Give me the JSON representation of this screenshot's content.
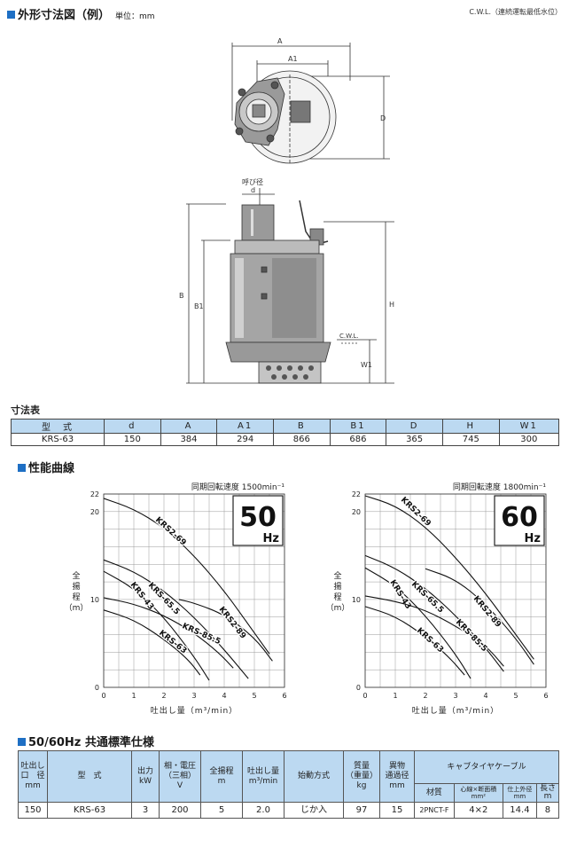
{
  "header": {
    "title": "外形寸法図（例）",
    "unit": "単位：mm",
    "cwl_note": "C.W.L.（連続運転最低水位）"
  },
  "drawing": {
    "label_A": "A",
    "label_A1": "A1",
    "label_D": "D",
    "label_nominal": "呼び径",
    "label_d": "d",
    "label_B": "B",
    "label_B1": "B1",
    "label_H": "H",
    "label_W1": "W1",
    "label_cwl": "C.W.L."
  },
  "dim_table": {
    "title": "寸法表",
    "headers": [
      "型　式",
      "d",
      "A",
      "A1",
      "B",
      "B1",
      "D",
      "H",
      "W1"
    ],
    "row": [
      "KRS-63",
      "150",
      "384",
      "294",
      "866",
      "686",
      "365",
      "745",
      "300"
    ]
  },
  "perf": {
    "title": "性能曲線",
    "y_label_chars": [
      "全",
      "揚",
      "程",
      "（m）"
    ],
    "x_label": "吐出し量（m³/min）"
  },
  "chart_data": [
    {
      "type": "line",
      "title": "",
      "speed_label": "同期回転速度 1500min⁻¹",
      "freq": "50",
      "hz": "Hz",
      "xlabel": "吐出し量（m³/min）",
      "ylabel": "全揚程（m）",
      "xlim": [
        0,
        6
      ],
      "ylim": [
        0,
        22
      ],
      "x_ticks": [
        "0",
        "1",
        "2",
        "3",
        "4",
        "5",
        "6"
      ],
      "y_ticks": [
        "0",
        "10",
        "20",
        "22"
      ],
      "grid": true,
      "series": [
        {
          "name": "KRS2-69",
          "x": [
            0,
            1,
            2,
            3,
            4,
            5,
            5.5
          ],
          "y": [
            21.5,
            20.3,
            18.2,
            15,
            11,
            6.2,
            3.8
          ]
        },
        {
          "name": "KRS-65.5",
          "x": [
            0,
            1,
            2,
            3,
            4,
            4.8
          ],
          "y": [
            14.5,
            13.2,
            11,
            8,
            4.3,
            1
          ]
        },
        {
          "name": "KRS-43",
          "x": [
            0,
            1,
            2,
            3,
            3.5
          ],
          "y": [
            13.2,
            11.3,
            8,
            3.5,
            0.8
          ]
        },
        {
          "name": "KRS-85.5",
          "x": [
            0,
            1,
            2,
            3,
            3.8,
            4.3
          ],
          "y": [
            10.2,
            9.5,
            8.2,
            6.2,
            4,
            2.2
          ]
        },
        {
          "name": "KRS2-89",
          "x": [
            2.5,
            3,
            4,
            5,
            5.6
          ],
          "y": [
            10,
            9.6,
            8.3,
            5.7,
            3
          ]
        },
        {
          "name": "KRS-63",
          "x": [
            0,
            1,
            2,
            2.8,
            3.2
          ],
          "y": [
            8.8,
            7.7,
            5.5,
            3.2,
            1.4
          ]
        }
      ]
    },
    {
      "type": "line",
      "title": "",
      "speed_label": "同期回転速度 1800min⁻¹",
      "freq": "60",
      "hz": "Hz",
      "xlabel": "吐出し量（m³/min）",
      "ylabel": "全揚程（m）",
      "xlim": [
        0,
        6
      ],
      "ylim": [
        0,
        22
      ],
      "x_ticks": [
        "0",
        "1",
        "2",
        "3",
        "4",
        "5",
        "6"
      ],
      "y_ticks": [
        "0",
        "10",
        "20",
        "22"
      ],
      "grid": true,
      "series": [
        {
          "name": "KRS2-69",
          "x": [
            0,
            1,
            2,
            3,
            4,
            5,
            5.6
          ],
          "y": [
            21.8,
            20.7,
            18.3,
            14.8,
            10.7,
            6,
            3.2
          ]
        },
        {
          "name": "KRS-65.5",
          "x": [
            0,
            1,
            2,
            3,
            4,
            4.6
          ],
          "y": [
            15,
            13.6,
            11.3,
            8.2,
            4.5,
            1.8
          ]
        },
        {
          "name": "KRS-43",
          "x": [
            0,
            1,
            2,
            3,
            3.5
          ],
          "y": [
            13.6,
            11.6,
            8.2,
            3.8,
            1
          ]
        },
        {
          "name": "KRS2-89",
          "x": [
            2,
            3,
            4,
            5,
            5.6
          ],
          "y": [
            13.5,
            12.3,
            9.5,
            5.6,
            2.6
          ]
        },
        {
          "name": "KRS-85.5",
          "x": [
            0,
            1,
            2,
            3,
            4,
            4.6
          ],
          "y": [
            10.4,
            9.8,
            8.8,
            7,
            4.8,
            2.4
          ]
        },
        {
          "name": "KRS-63",
          "x": [
            0,
            1,
            2,
            2.8,
            3.3
          ],
          "y": [
            9.2,
            8.1,
            5.8,
            3.4,
            1.4
          ]
        }
      ]
    }
  ],
  "spec": {
    "title": "50/60Hz 共通標準仕様",
    "headers": {
      "bore": [
        "吐出し",
        "口　径",
        "mm"
      ],
      "model": "型　式",
      "output": [
        "出力",
        "kW"
      ],
      "phase": [
        "相・電圧",
        "（三相）",
        "V"
      ],
      "head": [
        "全揚程",
        "m"
      ],
      "flow": [
        "吐出し量",
        "m³/min"
      ],
      "start": "始動方式",
      "mass": [
        "質量",
        "（重量）",
        "kg"
      ],
      "foreign": [
        "異物",
        "通過径",
        "mm"
      ],
      "cable": "キャブタイヤケーブル",
      "material": "材質",
      "cores": [
        "心線×断面積",
        "mm²"
      ],
      "od": [
        "仕上外径",
        "mm"
      ],
      "length": [
        "長さ",
        "m"
      ]
    },
    "row": {
      "bore": "150",
      "model": "KRS-63",
      "output": "3",
      "voltage": "200",
      "head": "5",
      "flow": "2.0",
      "start": "じか入",
      "mass": "97",
      "foreign": "15",
      "material": "2PNCT-F",
      "cores": "4×2",
      "od": "14.4",
      "length": "8"
    }
  }
}
